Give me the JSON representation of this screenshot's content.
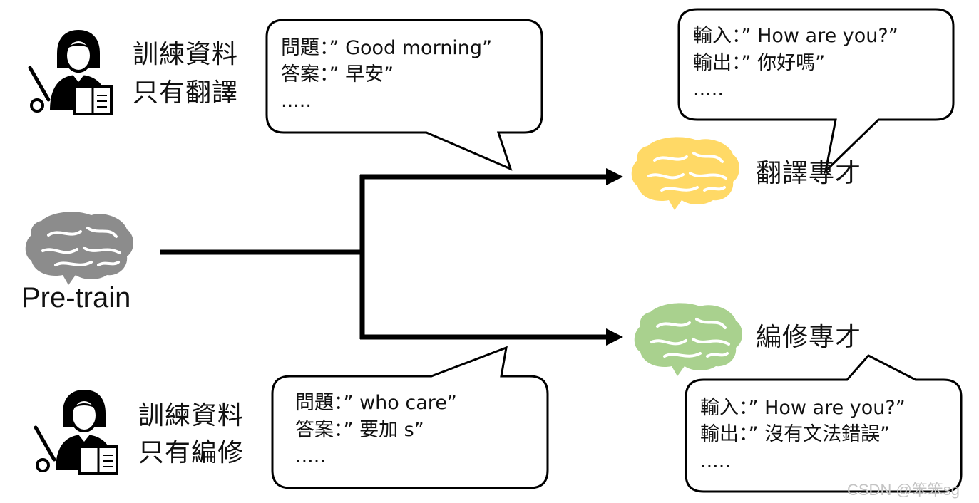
{
  "pretrain": {
    "label": "Pre-train"
  },
  "teacher_translation": {
    "line1": "訓練資料",
    "line2": "只有翻譯"
  },
  "teacher_editing": {
    "line1": "訓練資料",
    "line2": "只有編修"
  },
  "bubble_translation_training": {
    "line1": "問題：” Good morning”",
    "line2": "答案：” 早安”",
    "line3": "....."
  },
  "bubble_translation_output": {
    "line1": "輸入：” How are you?”",
    "line2": "輸出：” 你好嗎”",
    "line3": "....."
  },
  "bubble_editing_training": {
    "line1": "問題：” who care”",
    "line2": "答案：” 要加 s”",
    "line3": "....."
  },
  "bubble_editing_output": {
    "line1": "輸入：” How are you?”",
    "line2": "輸出：” 沒有文法錯誤”",
    "line3": "....."
  },
  "expert_translation": {
    "label": "翻譯專才"
  },
  "expert_editing": {
    "label": "編修專才"
  },
  "colors": {
    "brain_pretrain": "#8c8c8c",
    "brain_translation": "#ffd966",
    "brain_editing": "#a9d18e",
    "line": "#000000"
  },
  "watermark": "CSDN @笨笨sg"
}
